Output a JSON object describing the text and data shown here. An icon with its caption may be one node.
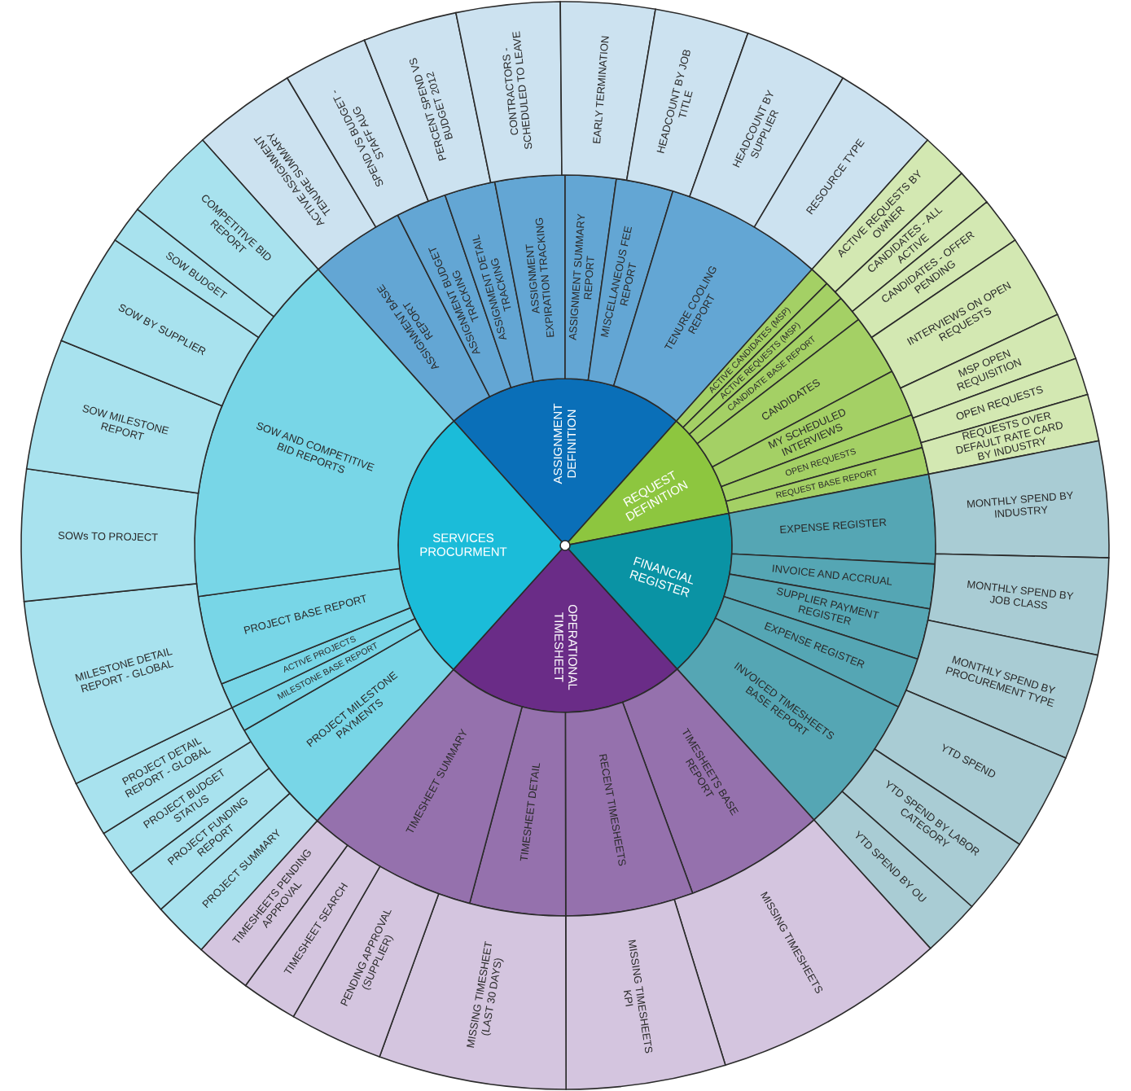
{
  "diagram": {
    "nodes": [
      {
        "text": [
          "ASSIGNMENT DEFINITION"
        ]
      },
      {
        "text": [
          "ASSIGNMENT BASE REPORT"
        ]
      },
      {
        "text": [
          "ASSIGNMENT BUDGET TRACKING"
        ]
      },
      {
        "text": [
          "ASSIGNMENT DETAIL TRACKING"
        ]
      },
      {
        "text": [
          "ASSIGNMENT EXPIRATION TRACKING"
        ]
      },
      {
        "text": [
          "ASSIGNMENT SUMMARY REPORT"
        ]
      },
      {
        "text": [
          "MISCELLANEOUS FEE REPORT"
        ]
      },
      {
        "text": [
          "TENURE COOLING REPORT"
        ]
      },
      {
        "text": [
          "ACTIVE ASSIGNMENT TENURE SUMMARY"
        ]
      },
      {
        "text": [
          "SPEND VS BUDGET - STAFF AUG"
        ]
      },
      {
        "text": [
          "PERCENT SPEND VS BUDGET 2012"
        ]
      },
      {
        "text": [
          "CONTRACTORS - SCHEDULED TO LEAVE"
        ]
      },
      {
        "text": [
          "EARLY TERMINATION"
        ]
      },
      {
        "text": [
          "HEADCOUNT BY JOB TITLE"
        ]
      },
      {
        "text": [
          "HEADCOUNT BY SUPPLIER"
        ]
      },
      {
        "text": [
          "RESOURCE TYPE"
        ]
      },
      {
        "text": [
          "REQUEST DEFINITION"
        ]
      },
      {
        "text": [
          "ACTIVE CANDIDATES (MSP)"
        ]
      },
      {
        "text": [
          "ACTIVE REQUESTS (MSP)"
        ]
      },
      {
        "text": [
          "CANDIDATE BASE REPORT"
        ]
      },
      {
        "text": [
          "CANDIDATES"
        ]
      },
      {
        "text": [
          "MY SCHEDULED INTERVIEWS"
        ]
      },
      {
        "text": [
          "OPEN REQUESTS"
        ]
      },
      {
        "text": [
          "REQUEST BASE REPORT"
        ]
      },
      {
        "text": [
          "ACTIVE REQUESTS BY OWNER"
        ]
      },
      {
        "text": [
          "CANDIDATES - ALL ACTIVE"
        ]
      },
      {
        "text": [
          "CANDIDATES - OFFER PENDING"
        ]
      },
      {
        "text": [
          "INTERVIEWS ON OPEN REQUESTS"
        ]
      },
      {
        "text": [
          "MSP OPEN REQUISITION"
        ]
      },
      {
        "text": [
          "OPEN REQUESTS"
        ]
      },
      {
        "text": [
          "REQUESTS OVER DEFAULT RATE CARD BY INDUSTRY"
        ]
      },
      {
        "text": [
          "FINANCIAL REGISTER"
        ]
      },
      {
        "text": [
          "EXPENSE REGISTER"
        ]
      },
      {
        "text": [
          "INVOICE AND ACCRUAL"
        ]
      },
      {
        "text": [
          "SUPPLIER PAYMENT REGISTER"
        ]
      },
      {
        "text": [
          "EXPENSE REGISTER"
        ]
      },
      {
        "text": [
          "INVOICED TIMESHEETS BASE REPORT"
        ]
      },
      {
        "text": [
          "MONTHLY SPEND BY INDUSTRY"
        ]
      },
      {
        "text": [
          "MONTHLY SPEND BY JOB CLASS"
        ]
      },
      {
        "text": [
          "MONTHLY SPEND BY PROCUREMENT TYPE"
        ]
      },
      {
        "text": [
          "YTD SPEND"
        ]
      },
      {
        "text": [
          "YTD SPEND BY LABOR CATEGORY"
        ]
      },
      {
        "text": [
          "YTD SPEND BY OU"
        ]
      },
      {
        "text": [
          "OPERATIONAL TIMESHEET"
        ]
      },
      {
        "text": [
          "TIMESHEETS BASE REPORT"
        ]
      },
      {
        "text": [
          "RECENT TIMESHEETS"
        ]
      },
      {
        "text": [
          "TIMESHEET DETAIL"
        ]
      },
      {
        "text": [
          "TIMESHEET SUMMARY"
        ]
      },
      {
        "text": [
          "MISSING TIMESHEETS"
        ]
      },
      {
        "text": [
          "MISSING TIMESHEETS KPI"
        ]
      },
      {
        "text": [
          "MISSING TIMESHEET (LAST 30 DAYS)"
        ]
      },
      {
        "text": [
          "PENDING APPROVAL (SUPPLIER)"
        ]
      },
      {
        "text": [
          "TIMESHEET SEARCH"
        ]
      },
      {
        "text": [
          "TIMESHEETS PENDING APPROVAL"
        ]
      },
      {
        "text": [
          "SERVICES PROCURMENT"
        ]
      },
      {
        "text": [
          "PROJECT MILESTONE PAYMENTS"
        ]
      },
      {
        "text": [
          "MILESTONE BASE REPORT"
        ]
      },
      {
        "text": [
          "ACTIVE PROJECTS"
        ]
      },
      {
        "text": [
          "PROJECT BASE REPORT"
        ]
      },
      {
        "text": [
          "SOW AND COMPETITIVE BID REPORTS"
        ]
      },
      {
        "text": [
          "PROJECT SUMMARY"
        ]
      },
      {
        "text": [
          "PROJECT FUNDING REPORT"
        ]
      },
      {
        "text": [
          "PROJECT BUDGET STATUS"
        ]
      },
      {
        "text": [
          "PROJECT DETAIL REPORT - GLOBAL"
        ]
      },
      {
        "text": [
          "MILESTONE DETAIL REPORT - GLOBAL"
        ]
      },
      {
        "text": [
          "SOWs TO PROJECT"
        ]
      },
      {
        "text": [
          "SOW MILESTONE REPORT"
        ]
      },
      {
        "text": [
          "SOW BY SUPPLIER"
        ]
      },
      {
        "text": [
          "SOW BUDGET"
        ]
      },
      {
        "text": [
          "COMPETITIVE BID REPORT"
        ]
      }
    ]
  }
}
